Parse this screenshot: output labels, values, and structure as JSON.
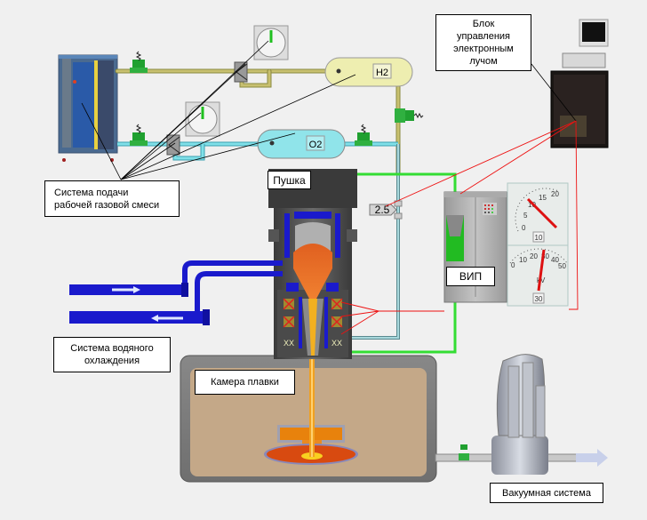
{
  "labels": {
    "control_unit": [
      "Блок",
      "управления",
      "электронным",
      "лучом"
    ],
    "gas_system": [
      "Система подачи",
      "рабочей газовой смеси"
    ],
    "gun": "Пушка",
    "power_supply": "ВИП",
    "water_cooling": [
      "Система водяного",
      "охлаждения"
    ],
    "melting_chamber": "Камера плавки",
    "vacuum_system": "Вакуумная система"
  },
  "tanks": {
    "h2": "H2",
    "o2": "O2"
  },
  "pressure_indicator": "2.5",
  "gauges": {
    "upper": {
      "ticks": [
        "0",
        "5",
        "10",
        "15",
        "20"
      ],
      "readout": "10",
      "value": 10
    },
    "lower": {
      "ticks": [
        "0",
        "10",
        "20",
        "30",
        "40",
        "50"
      ],
      "unit": "kV",
      "readout": "30",
      "value": 30
    }
  },
  "colors": {
    "background": "#f0f0f0",
    "h2_pipe": "#c8c070",
    "o2_pipe": "#70d8e0",
    "control_line": "#33dd33",
    "signal_line": "#ee1111",
    "cooling": "#1a1acc",
    "chamber_fill": "#c4a888",
    "beam": "#f0a020"
  }
}
